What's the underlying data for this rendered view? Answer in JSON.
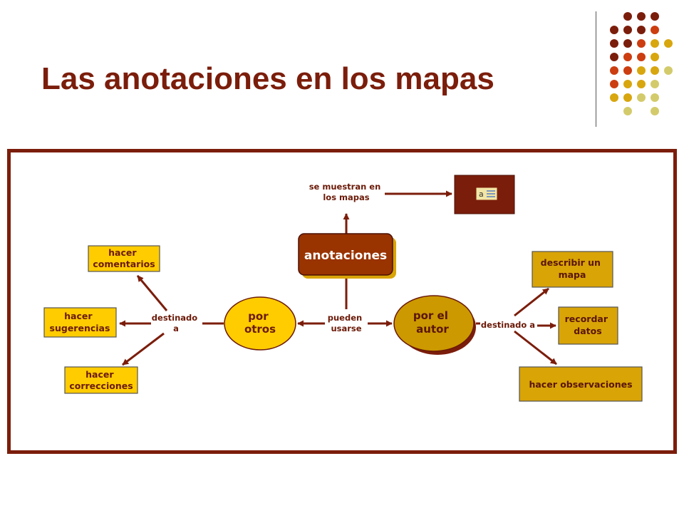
{
  "slide": {
    "title": "Las anotaciones en los mapas"
  },
  "colors": {
    "title": "#7b1d0b",
    "frame": "#7b1d0b",
    "arrow": "#7b1d0b",
    "box_yellow": "#ffcc00",
    "box_gold": "#d9a406",
    "box_maroon": "#7b1d0b",
    "node_brown": "#993300",
    "ellipse_gold": "#cc9900",
    "dots": [
      "#7b1d0b",
      "#cc3d10",
      "#d8a60e",
      "#d3cb6b"
    ]
  },
  "diagram": {
    "center": {
      "label": "anotaciones"
    },
    "links": {
      "top": [
        "se muestran en",
        "los mapas"
      ],
      "middle": [
        "pueden",
        "usarse"
      ],
      "left": [
        "destinado",
        "a"
      ],
      "right": "destinado a"
    },
    "por_otros": [
      "por",
      "otros"
    ],
    "por_autor": [
      "por el",
      "autor"
    ],
    "left_targets": [
      [
        "hacer",
        "comentarios"
      ],
      [
        "hacer",
        "sugerencias"
      ],
      [
        "hacer",
        "correcciones"
      ]
    ],
    "right_targets": [
      [
        "describir un",
        "mapa"
      ],
      [
        "recordar",
        "datos"
      ],
      [
        "hacer observaciones"
      ]
    ],
    "annotation_icon": {
      "icon": "annotation-note-icon",
      "glyph": "a"
    }
  }
}
